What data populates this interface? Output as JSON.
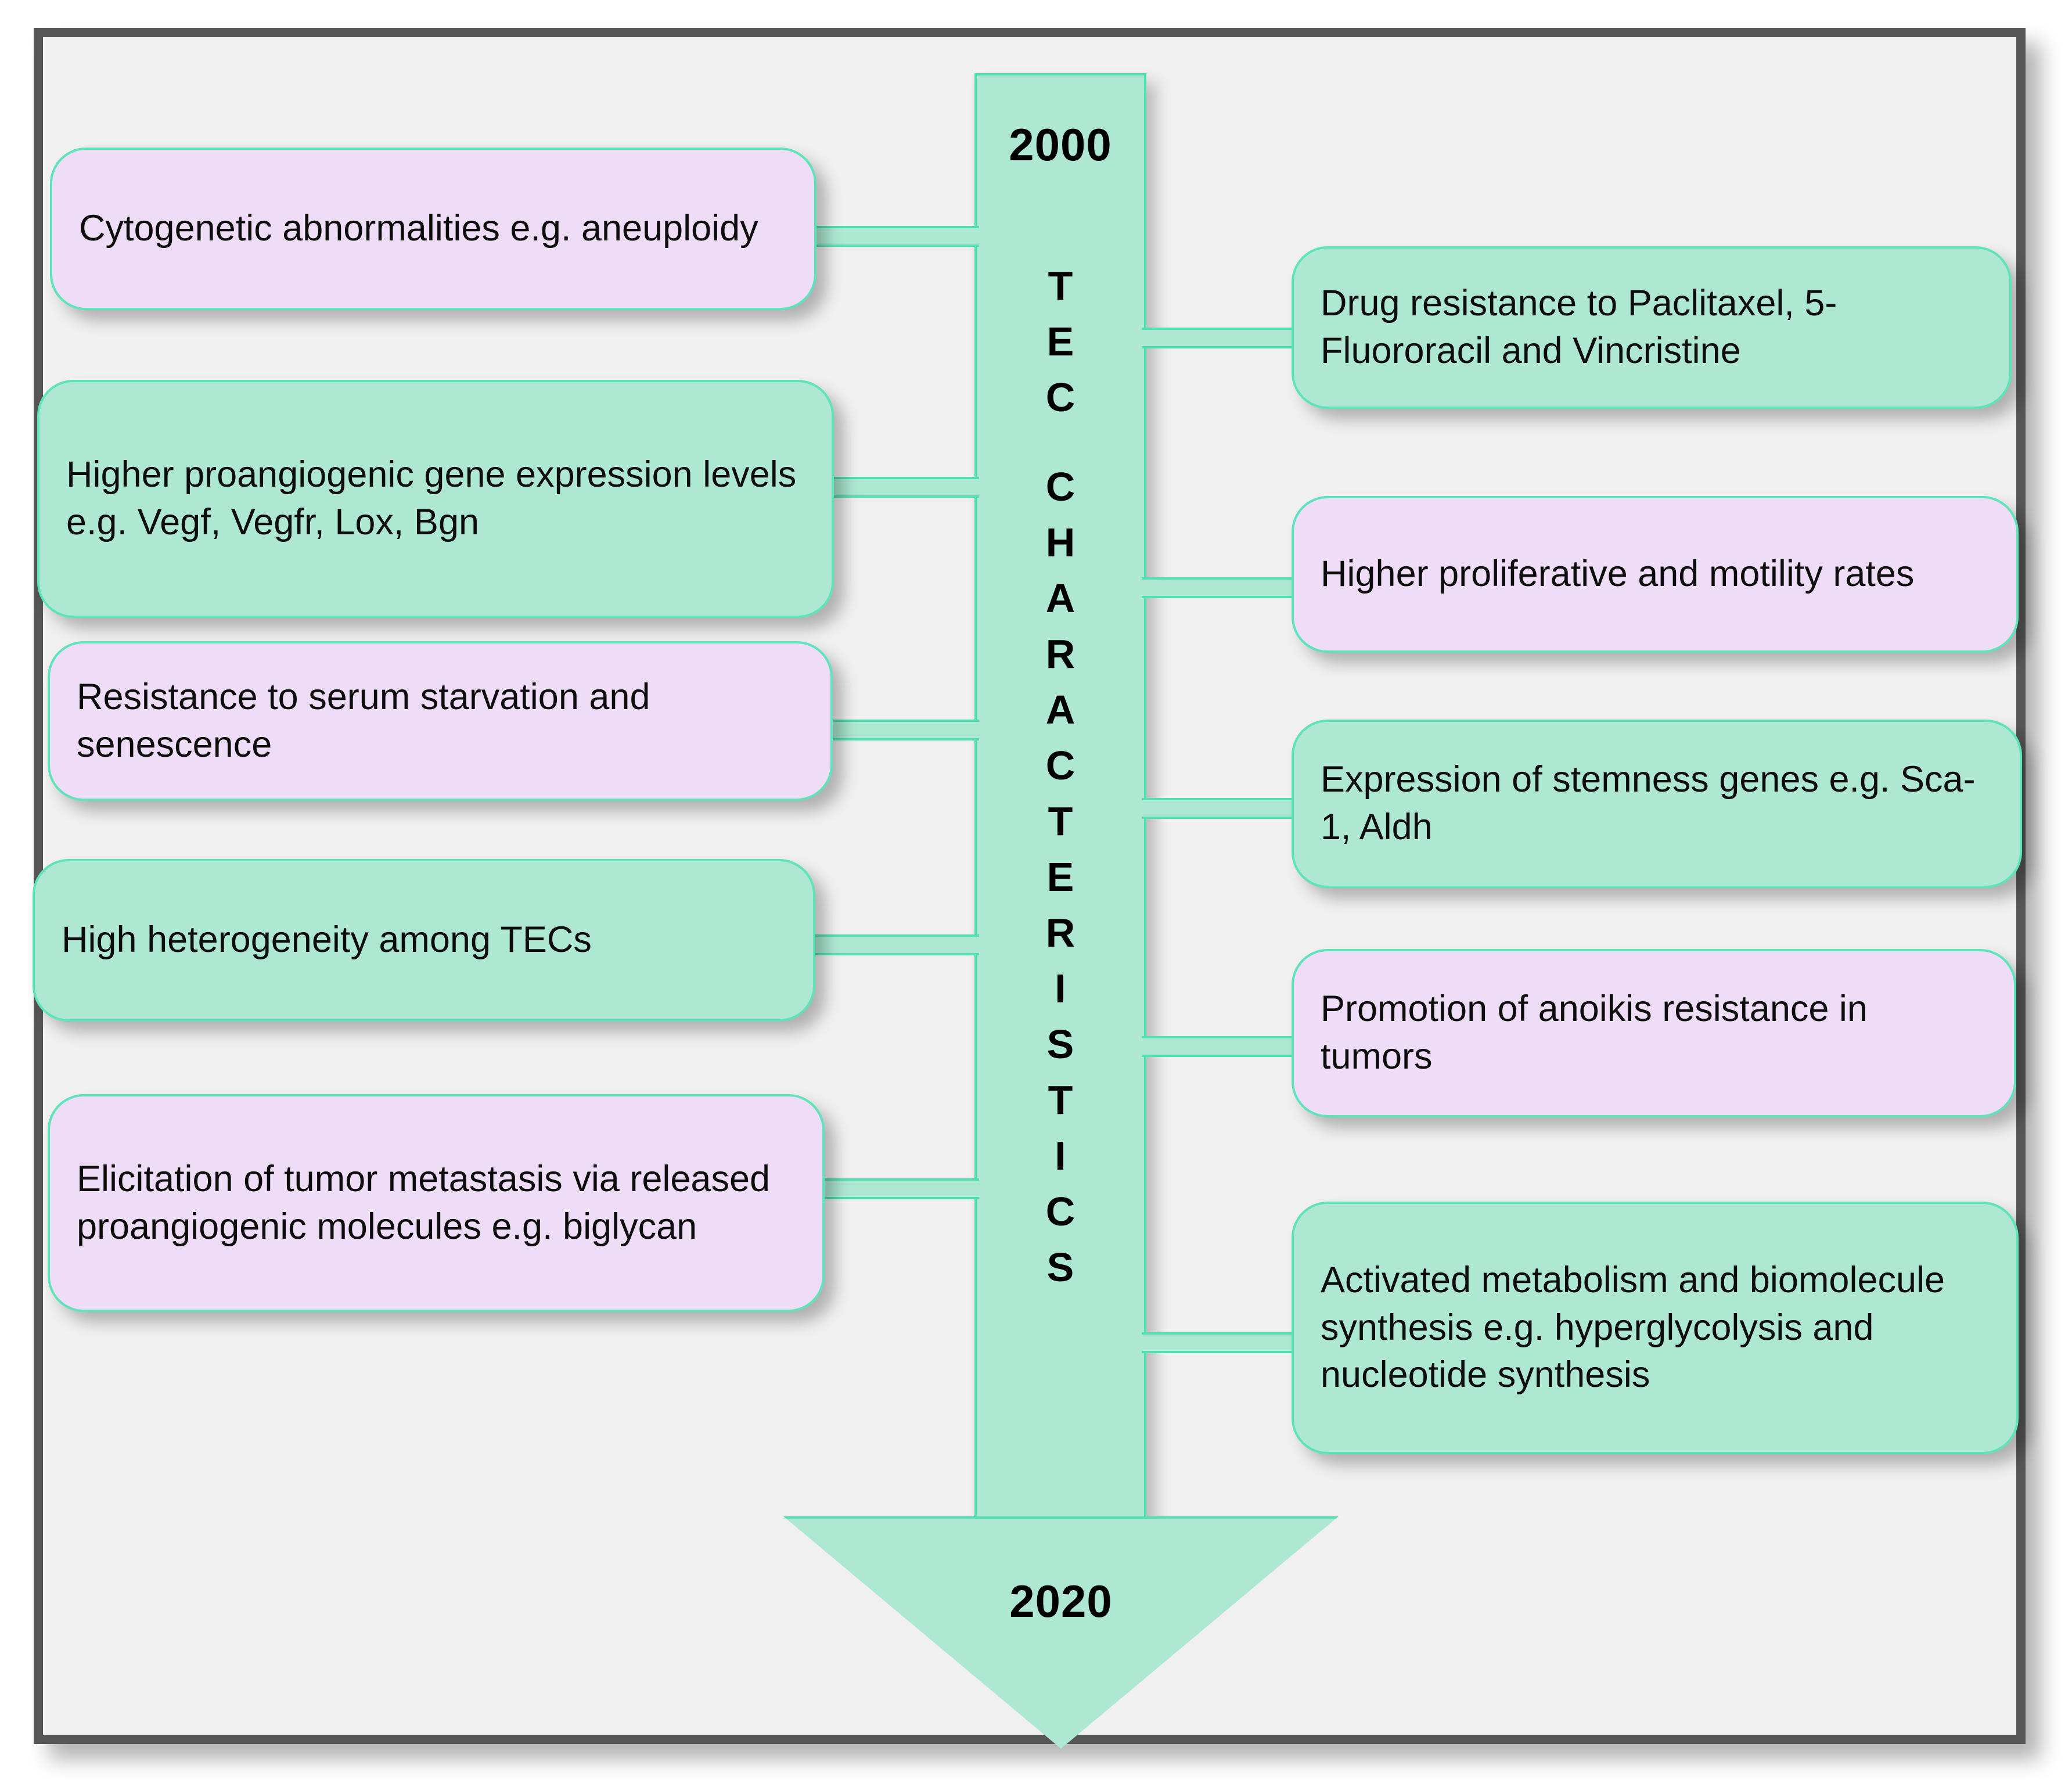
{
  "figure": {
    "title_vertical_primary": "TEC",
    "title_vertical_secondary": "CHARACTERISTICS",
    "year_start": "2000",
    "year_end": "2020",
    "colors": {
      "background": "#f0f0f0",
      "frame_border": "#565656",
      "accent_teal_border": "#5fe3bb",
      "green_fill": "#aee8d3",
      "pink_fill": "#efdcf6",
      "text": "#0d0d0d"
    }
  },
  "left_items": [
    {
      "id": "cytogenetic-abnormalities",
      "color": "pink",
      "text": "Cytogenetic abnormalities e.g. aneuploidy"
    },
    {
      "id": "proangiogenic-gene-expression",
      "color": "green",
      "text": "Higher proangiogenic gene expression levels e.g. Vegf, Vegfr, Lox, Bgn"
    },
    {
      "id": "serum-starvation-resistance",
      "color": "pink",
      "text": "Resistance to serum starvation and senescence"
    },
    {
      "id": "tec-heterogeneity",
      "color": "green",
      "text": "High heterogeneity among TECs"
    },
    {
      "id": "tumor-metastasis-elicitation",
      "color": "pink",
      "text": "Elicitation of tumor metastasis via released proangiogenic molecules e.g. biglycan"
    }
  ],
  "right_items": [
    {
      "id": "drug-resistance",
      "color": "green",
      "text": "Drug resistance to Paclitaxel, 5-Fluororacil and Vincristine"
    },
    {
      "id": "proliferative-motility-rates",
      "color": "pink",
      "text": "Higher proliferative and motility rates"
    },
    {
      "id": "stemness-gene-expression",
      "color": "green",
      "text": "Expression of stemness genes e.g. Sca-1, Aldh"
    },
    {
      "id": "anoikis-resistance",
      "color": "pink",
      "text": "Promotion of anoikis resistance in tumors"
    },
    {
      "id": "activated-metabolism",
      "color": "green",
      "text": "Activated metabolism and biomolecule synthesis e.g. hyperglycolysis and nucleotide synthesis"
    }
  ]
}
